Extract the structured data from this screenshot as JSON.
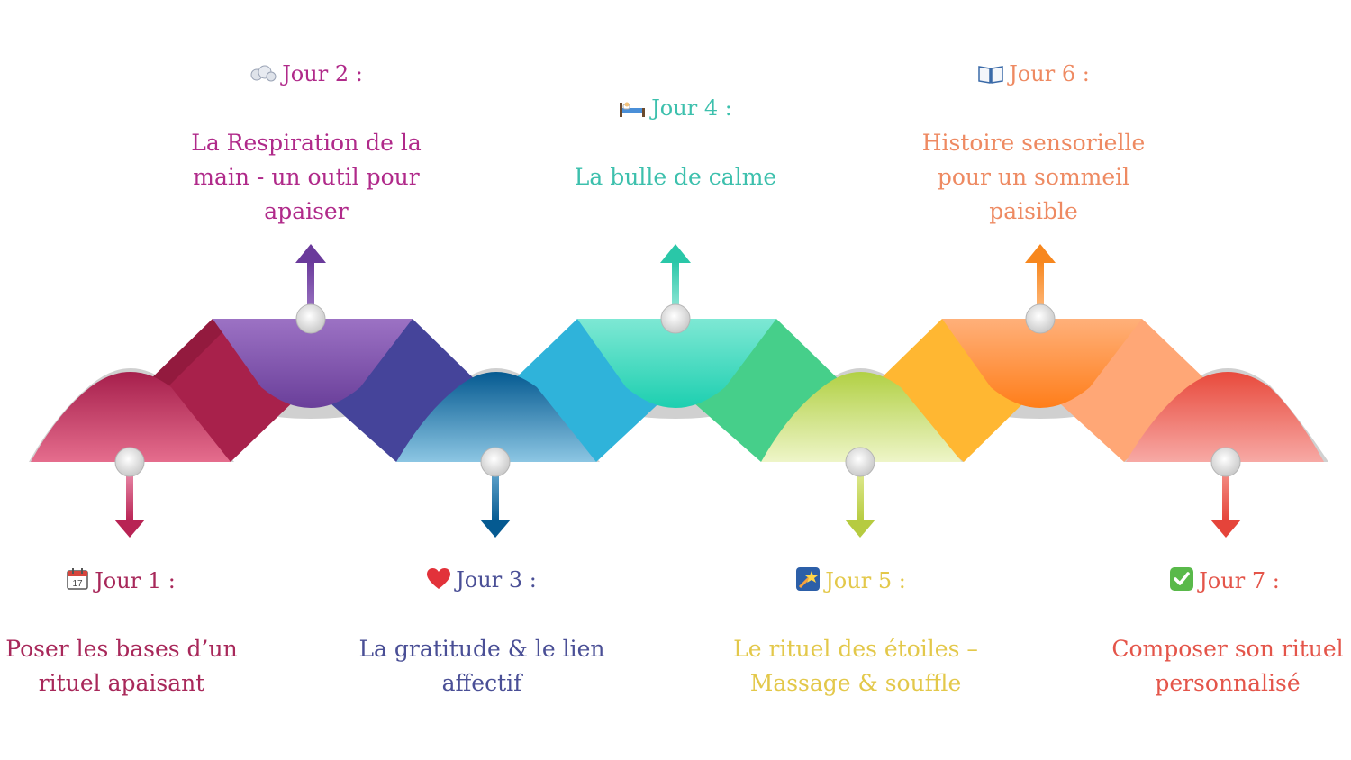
{
  "days": [
    {
      "label": "Jour 1 :",
      "description": "Poser les bases d’un rituel apaisant",
      "icon": "calendar-icon",
      "color": "#a8285a"
    },
    {
      "label": "Jour 2 :",
      "description": "La Respiration de la main - un outil pour apaiser",
      "icon": "breath-cloud-icon",
      "color": "#b02a8a"
    },
    {
      "label": "Jour 3 :",
      "description": "La gratitude &  le lien affectif",
      "icon": "heart-icon",
      "color": "#4a4f96"
    },
    {
      "label": "Jour 4 :",
      "description": "La bulle de calme",
      "icon": "bed-icon",
      "color": "#3dc0ad"
    },
    {
      "label": "Jour 5 :",
      "description": "Le rituel des étoiles – Massage  & souffle",
      "icon": "shooting-star-icon",
      "color": "#e3c84a"
    },
    {
      "label": "Jour 6 :",
      "description": "Histoire sensorielle pour un sommeil paisible",
      "icon": "open-book-icon",
      "color": "#ee8a62"
    },
    {
      "label": "Jour 7 :",
      "description": "Composer son rituel personnalisé",
      "icon": "check-mark-icon",
      "color": "#e4554a"
    }
  ]
}
